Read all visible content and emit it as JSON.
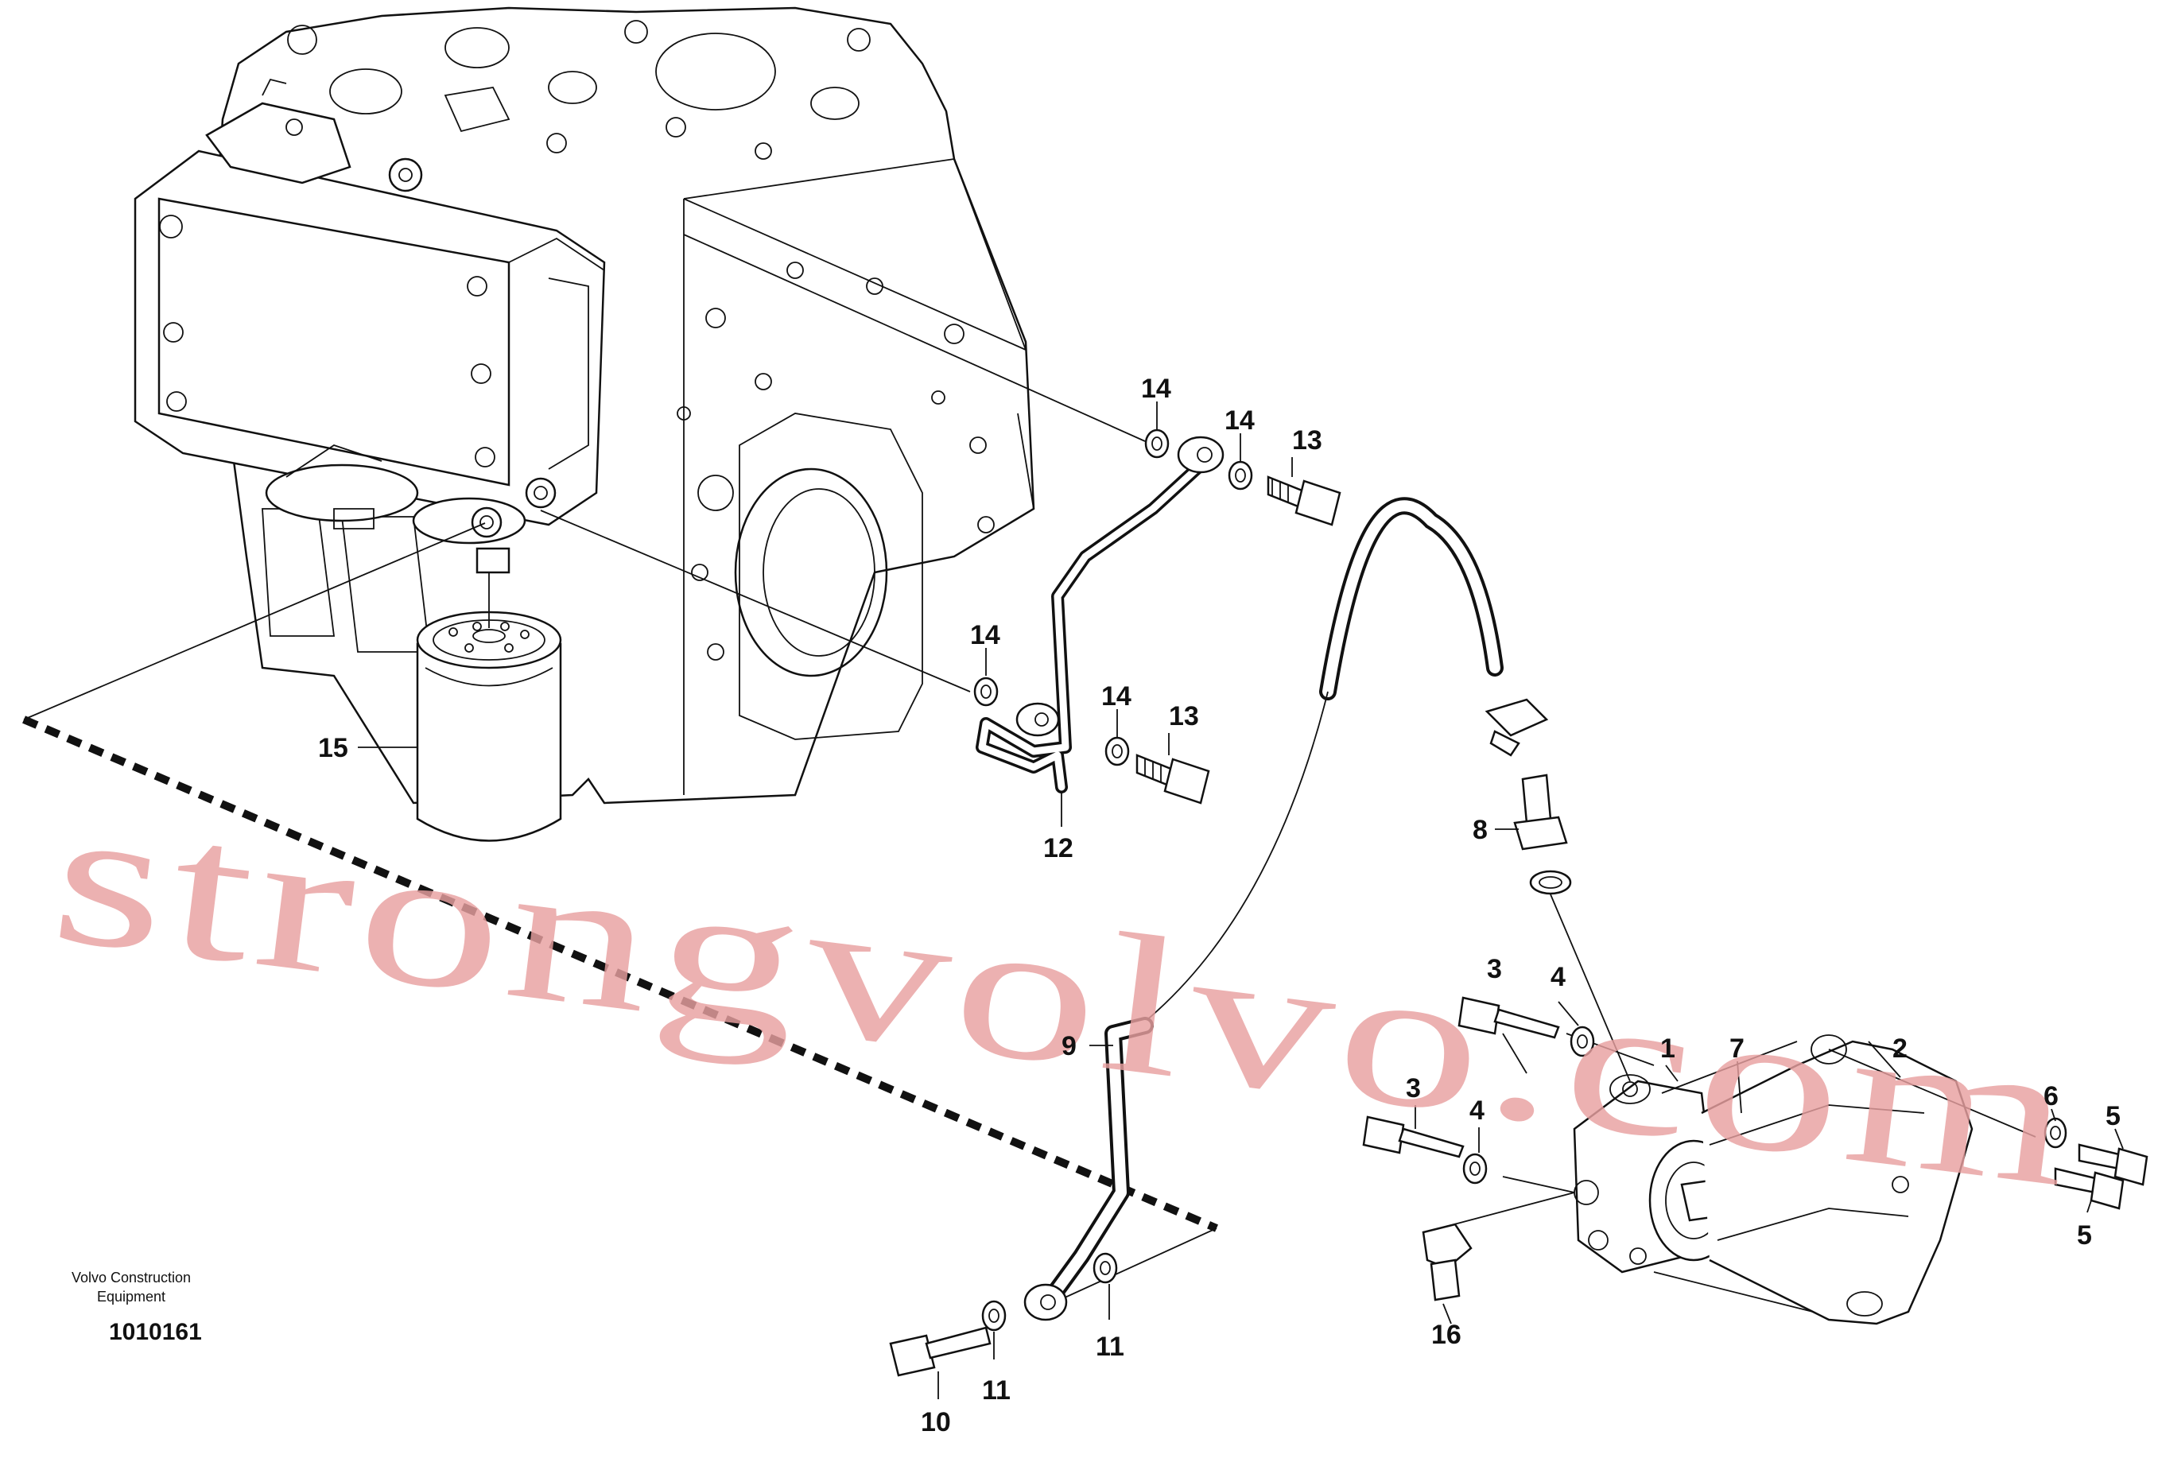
{
  "callouts": {
    "c1": "1",
    "c2": "2",
    "c3a": "3",
    "c3b": "3",
    "c4a": "4",
    "c4b": "4",
    "c5a": "5",
    "c5b": "5",
    "c6": "6",
    "c7": "7",
    "c8": "8",
    "c9": "9",
    "c10": "10",
    "c11a": "11",
    "c11b": "11",
    "c12": "12",
    "c13a": "13",
    "c13b": "13",
    "c14a": "14",
    "c14b": "14",
    "c14c": "14",
    "c14d": "14",
    "c15": "15",
    "c16": "16"
  },
  "footer": {
    "company_line1": "Volvo Construction",
    "company_line2": "Equipment",
    "drawing_number": "1010161"
  },
  "watermark": "strongvolvo.com",
  "colors": {
    "ink": "#111111",
    "watermark": "#e8a0a0",
    "background": "#ffffff"
  }
}
